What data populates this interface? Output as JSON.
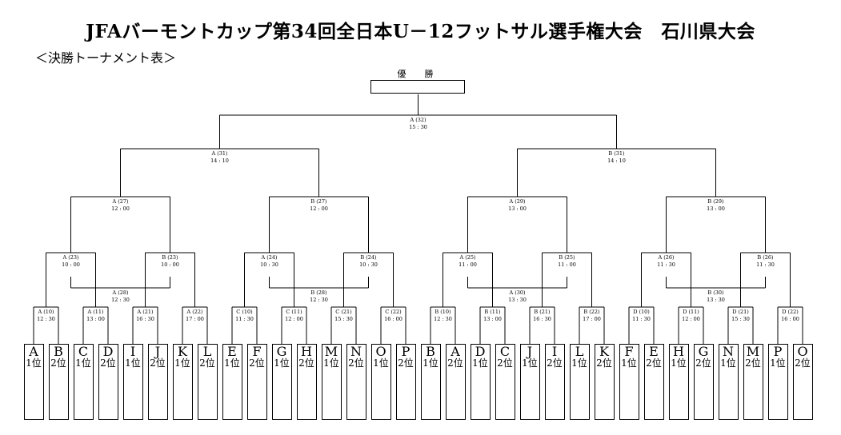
{
  "title": "JFAバーモントカップ第34回全日本U－12フットサル選手権大会　石川県大会",
  "subtitle": "＜決勝トーナメント表＞",
  "champion_label": "優　勝",
  "final": {
    "code": "A (32)",
    "time": "15 : 30"
  },
  "semifinals": [
    {
      "code": "A (31)",
      "time": "14 : 10"
    },
    {
      "code": "B (31)",
      "time": "14 : 10"
    }
  ],
  "quarterfinals": [
    {
      "code": "A (27)",
      "time": "12 : 00"
    },
    {
      "code": "B (27)",
      "time": "12 : 00"
    },
    {
      "code": "A (29)",
      "time": "13 : 00"
    },
    {
      "code": "B (29)",
      "time": "13 : 00"
    }
  ],
  "round_of_16": [
    {
      "code": "A (23)",
      "time": "10 : 00"
    },
    {
      "code": "B (23)",
      "time": "10 : 00"
    },
    {
      "code": "A (24)",
      "time": "10 : 30"
    },
    {
      "code": "B (24)",
      "time": "10 : 30"
    },
    {
      "code": "A (25)",
      "time": "11 : 00"
    },
    {
      "code": "B (25)",
      "time": "11 : 00"
    },
    {
      "code": "A (26)",
      "time": "11 : 30"
    },
    {
      "code": "B (26)",
      "time": "11 : 30"
    }
  ],
  "consolation": [
    {
      "code": "A (28)",
      "time": "12 : 30"
    },
    {
      "code": "B (28)",
      "time": "12 : 30"
    },
    {
      "code": "A (30)",
      "time": "13 : 30"
    },
    {
      "code": "B (30)",
      "time": "13 : 30"
    }
  ],
  "round_of_32": [
    {
      "code": "A (10)",
      "time": "12 : 30"
    },
    {
      "code": "A (11)",
      "time": "13 : 00"
    },
    {
      "code": "A (21)",
      "time": "16 : 30"
    },
    {
      "code": "A (22)",
      "time": "17 : 00"
    },
    {
      "code": "C (10)",
      "time": "11 : 30"
    },
    {
      "code": "C (11)",
      "time": "12 : 00"
    },
    {
      "code": "C (21)",
      "time": "15 : 30"
    },
    {
      "code": "C (22)",
      "time": "16 : 00"
    },
    {
      "code": "B (10)",
      "time": "12 : 30"
    },
    {
      "code": "B (11)",
      "time": "13 : 00"
    },
    {
      "code": "B (21)",
      "time": "16 : 30"
    },
    {
      "code": "B (22)",
      "time": "17 : 00"
    },
    {
      "code": "D (10)",
      "time": "11 : 30"
    },
    {
      "code": "D (11)",
      "time": "12 : 00"
    },
    {
      "code": "D (21)",
      "time": "15 : 30"
    },
    {
      "code": "D (22)",
      "time": "16 : 00"
    }
  ],
  "teams": [
    {
      "group": "A",
      "rank": "1位"
    },
    {
      "group": "B",
      "rank": "2位"
    },
    {
      "group": "C",
      "rank": "1位"
    },
    {
      "group": "D",
      "rank": "2位"
    },
    {
      "group": "I",
      "rank": "1位"
    },
    {
      "group": "J",
      "rank": "2位"
    },
    {
      "group": "K",
      "rank": "1位"
    },
    {
      "group": "L",
      "rank": "2位"
    },
    {
      "group": "E",
      "rank": "1位"
    },
    {
      "group": "F",
      "rank": "2位"
    },
    {
      "group": "G",
      "rank": "1位"
    },
    {
      "group": "H",
      "rank": "2位"
    },
    {
      "group": "M",
      "rank": "1位"
    },
    {
      "group": "N",
      "rank": "2位"
    },
    {
      "group": "O",
      "rank": "1位"
    },
    {
      "group": "P",
      "rank": "2位"
    },
    {
      "group": "B",
      "rank": "1位"
    },
    {
      "group": "A",
      "rank": "2位"
    },
    {
      "group": "D",
      "rank": "1位"
    },
    {
      "group": "C",
      "rank": "2位"
    },
    {
      "group": "J",
      "rank": "1位"
    },
    {
      "group": "I",
      "rank": "2位"
    },
    {
      "group": "L",
      "rank": "1位"
    },
    {
      "group": "K",
      "rank": "2位"
    },
    {
      "group": "F",
      "rank": "1位"
    },
    {
      "group": "E",
      "rank": "2位"
    },
    {
      "group": "H",
      "rank": "1位"
    },
    {
      "group": "G",
      "rank": "2位"
    },
    {
      "group": "N",
      "rank": "1位"
    },
    {
      "group": "M",
      "rank": "2位"
    },
    {
      "group": "P",
      "rank": "1位"
    },
    {
      "group": "O",
      "rank": "2位"
    }
  ]
}
